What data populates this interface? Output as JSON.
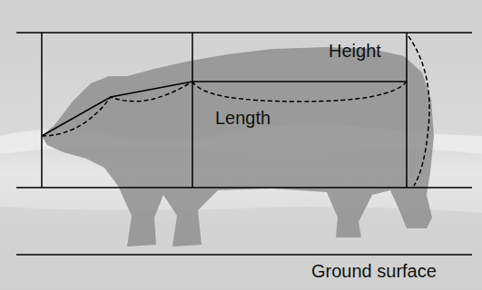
{
  "diagram": {
    "labels": [
      "Height",
      "Length",
      "Ground surface"
    ]
  }
}
